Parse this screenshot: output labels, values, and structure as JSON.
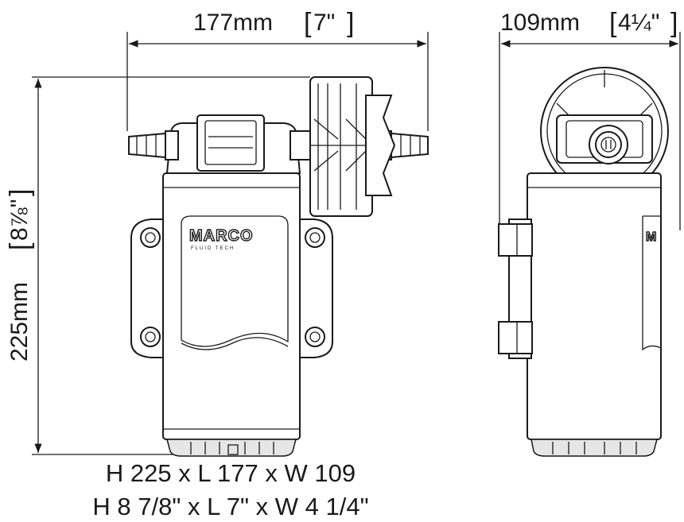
{
  "dimensions": {
    "length": {
      "metric": "177mm",
      "imperial": "7\""
    },
    "width": {
      "metric": "109mm",
      "imperial": "4¼\""
    },
    "height": {
      "metric": "225mm",
      "imperial": "8⅞\""
    }
  },
  "brand": {
    "name": "MARCO",
    "tagline": "FLUID TECH"
  },
  "caption": {
    "metric_line": "H 225 x L 177 x W 109",
    "imperial_line": "H 8 7/8\" x L 7\" x W 4 1/4\""
  }
}
